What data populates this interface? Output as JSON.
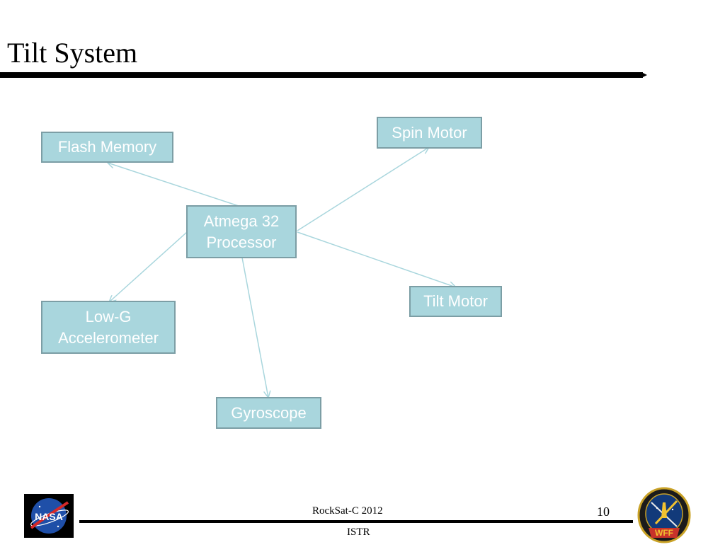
{
  "slide": {
    "title": "Tilt System",
    "page_number": "10",
    "footer_top": "RockSat-C 2012",
    "footer_bottom": "ISTR"
  },
  "logos": {
    "left": {
      "text": "NASA",
      "icon": "nasa-logo"
    },
    "right": {
      "text": "WFF",
      "icon": "wff-patch-logo"
    }
  },
  "diagram": {
    "nodes": [
      {
        "id": "processor",
        "label": "Atmega 32\nProcessor"
      },
      {
        "id": "flash",
        "label": "Flash Memory"
      },
      {
        "id": "spin",
        "label": "Spin Motor"
      },
      {
        "id": "tilt",
        "label": "Tilt Motor"
      },
      {
        "id": "accel",
        "label": "Low-G\nAccelerometer"
      },
      {
        "id": "gyro",
        "label": "Gyroscope"
      }
    ],
    "edges": [
      {
        "from": "processor",
        "to": "flash"
      },
      {
        "from": "processor",
        "to": "spin"
      },
      {
        "from": "processor",
        "to": "tilt"
      },
      {
        "from": "processor",
        "to": "accel"
      },
      {
        "from": "processor",
        "to": "gyro"
      }
    ],
    "colors": {
      "box_fill": "#a9d6dd",
      "box_border": "#7c9ea5",
      "edge": "#a9d6dd",
      "text": "#ffffff"
    }
  }
}
